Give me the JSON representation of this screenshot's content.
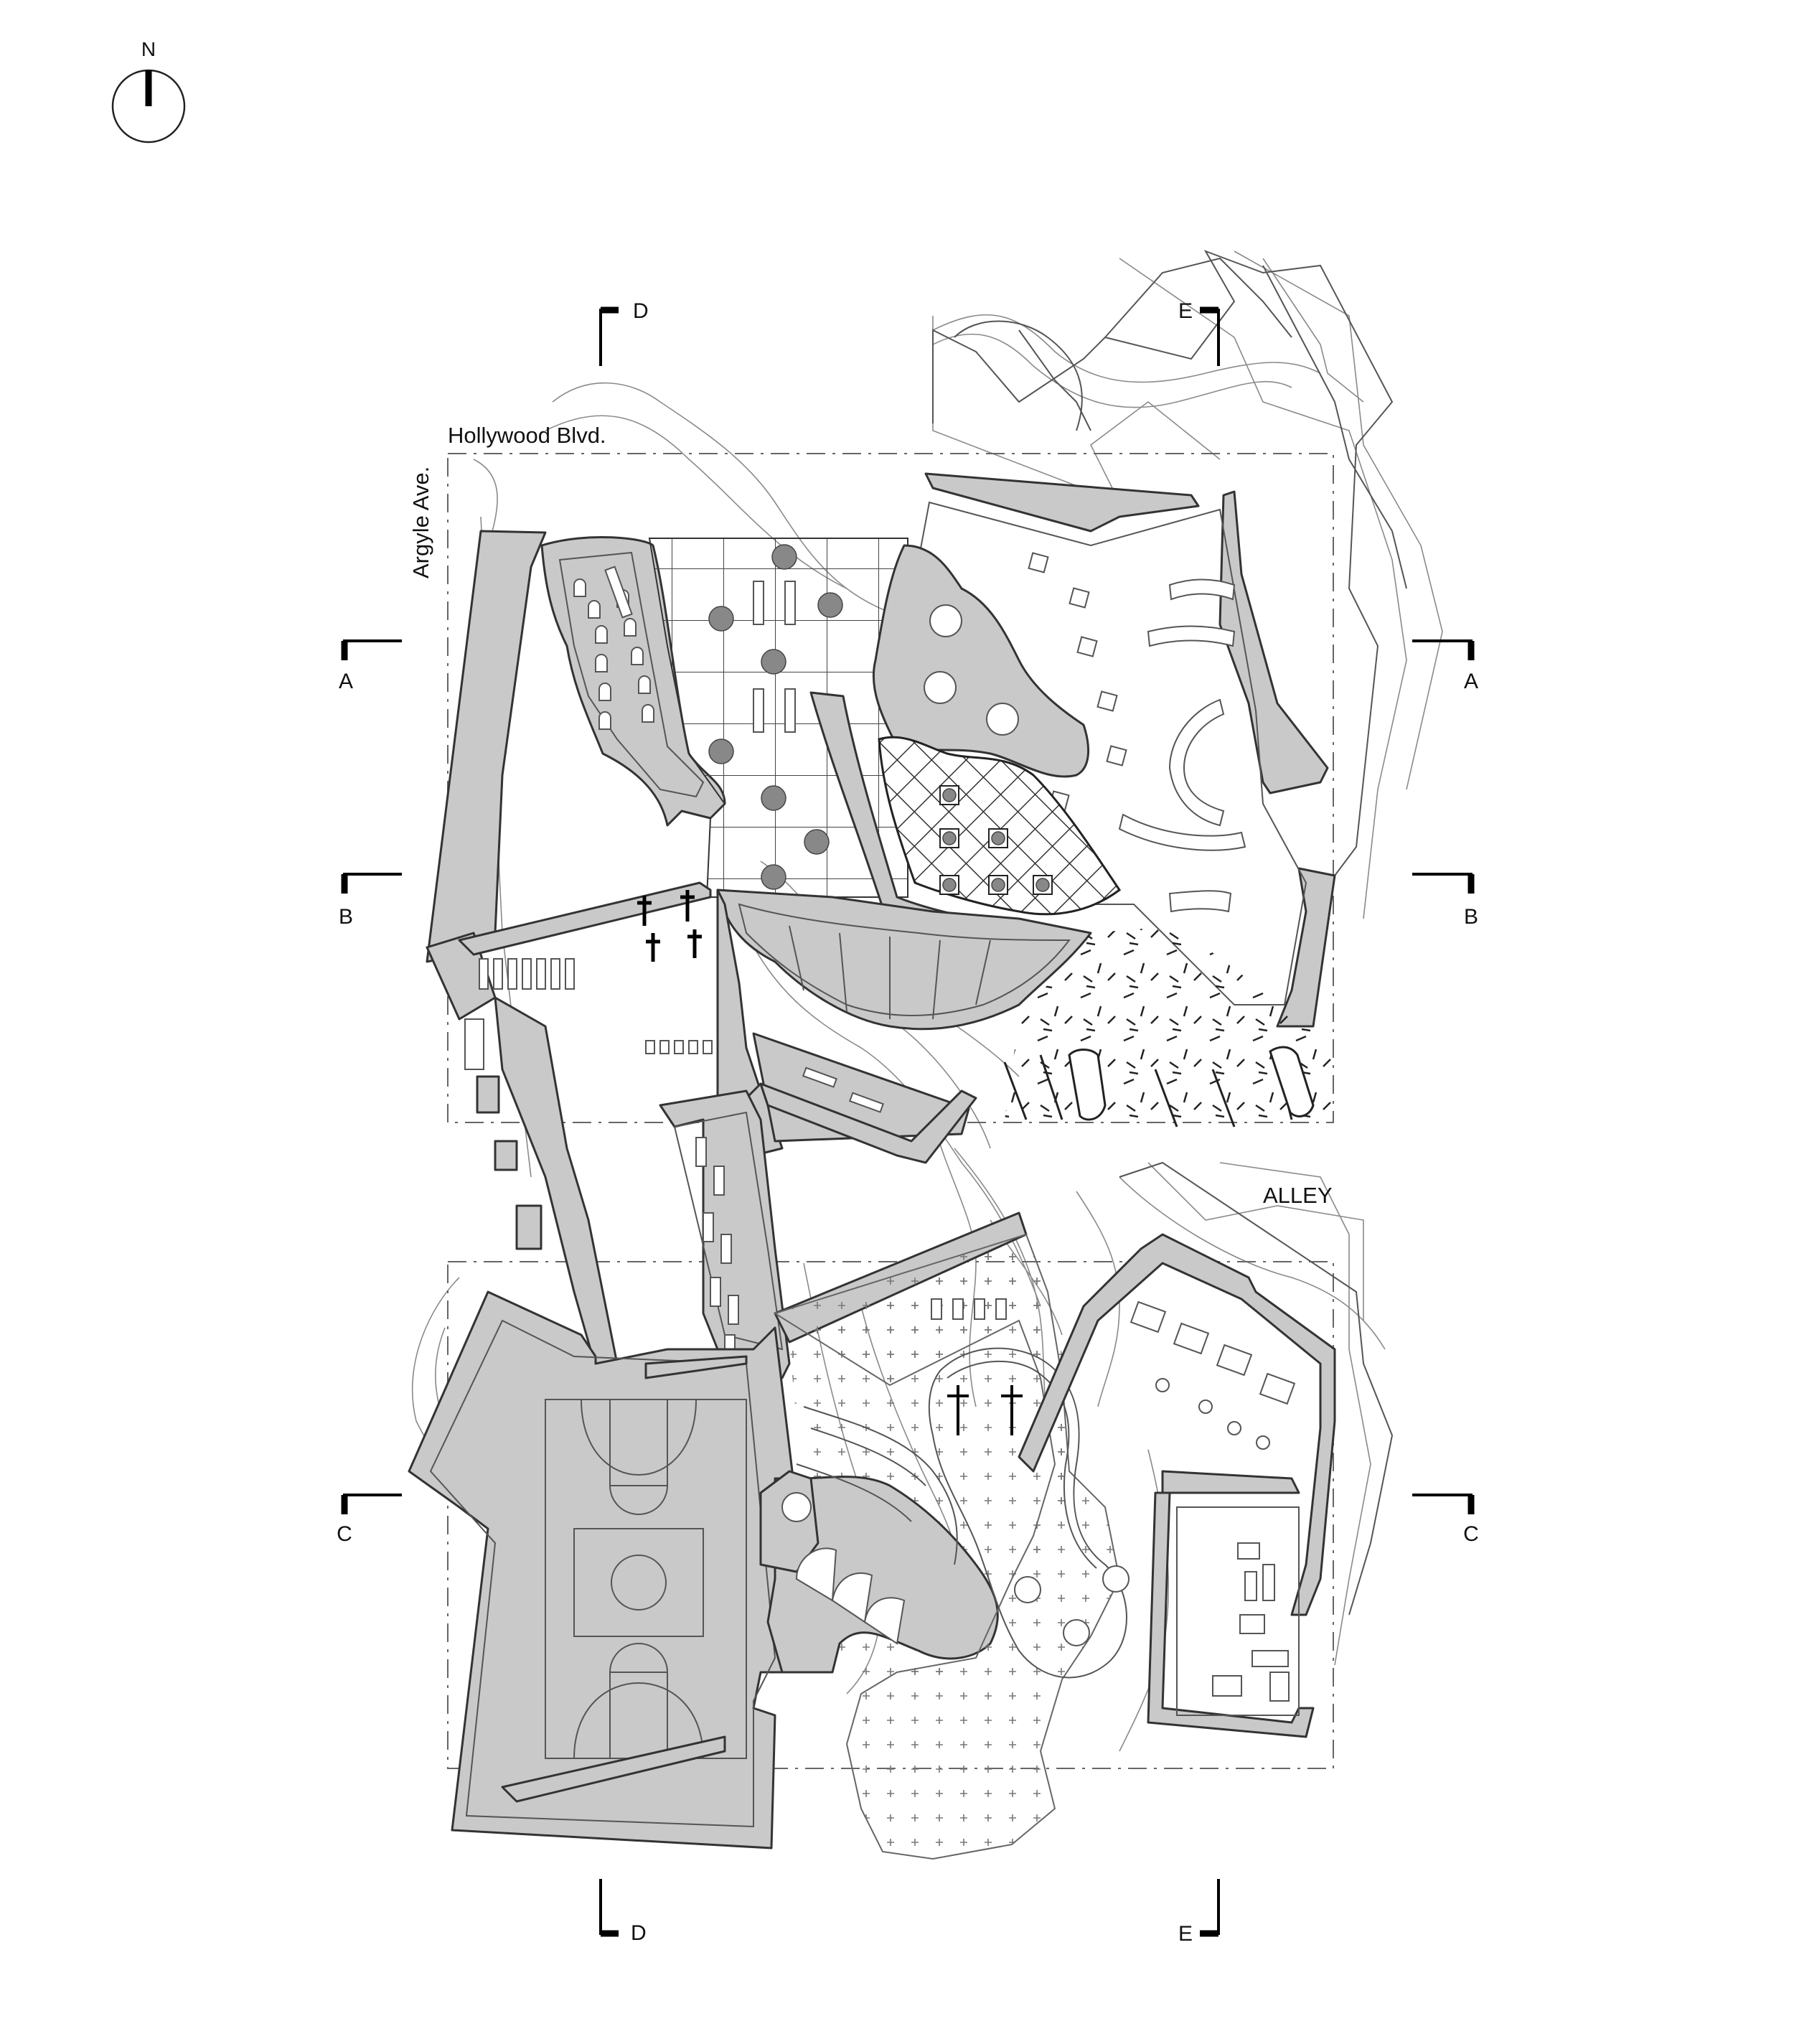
{
  "north_arrow": {
    "label": "N"
  },
  "streets": {
    "top": "Hollywood Blvd.",
    "left": "Argyle Ave.",
    "alley": "ALLEY"
  },
  "section_markers": {
    "a_left": "A",
    "a_right": "A",
    "b_left": "B",
    "b_right": "B",
    "c_left": "C",
    "c_right": "C",
    "d_top": "D",
    "d_bottom": "D",
    "e_top": "E",
    "e_bottom": "E"
  }
}
